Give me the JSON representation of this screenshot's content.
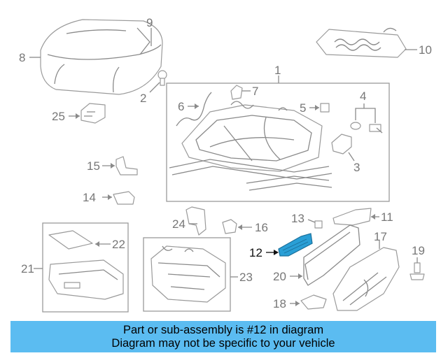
{
  "parts": [
    {
      "id": "p1",
      "label": "1"
    },
    {
      "id": "p2",
      "label": "2"
    },
    {
      "id": "p3",
      "label": "3"
    },
    {
      "id": "p4",
      "label": "4"
    },
    {
      "id": "p5",
      "label": "5"
    },
    {
      "id": "p6",
      "label": "6"
    },
    {
      "id": "p7",
      "label": "7"
    },
    {
      "id": "p8",
      "label": "8"
    },
    {
      "id": "p9",
      "label": "9"
    },
    {
      "id": "p10",
      "label": "10"
    },
    {
      "id": "p11",
      "label": "11"
    },
    {
      "id": "p12",
      "label": "12"
    },
    {
      "id": "p13",
      "label": "13"
    },
    {
      "id": "p14",
      "label": "14"
    },
    {
      "id": "p15",
      "label": "15"
    },
    {
      "id": "p16",
      "label": "16"
    },
    {
      "id": "p17",
      "label": "17"
    },
    {
      "id": "p18",
      "label": "18"
    },
    {
      "id": "p19",
      "label": "19"
    },
    {
      "id": "p20",
      "label": "20"
    },
    {
      "id": "p21",
      "label": "21"
    },
    {
      "id": "p22",
      "label": "22"
    },
    {
      "id": "p23",
      "label": "23"
    },
    {
      "id": "p24",
      "label": "24"
    },
    {
      "id": "p25",
      "label": "25"
    }
  ],
  "highlight": {
    "part": "12",
    "color": "#2a9fd6"
  },
  "banner": {
    "line1": "Part or sub-assembly is #12 in diagram",
    "line2": "Diagram may not be specific to your vehicle",
    "color": "#5bbcf1"
  }
}
